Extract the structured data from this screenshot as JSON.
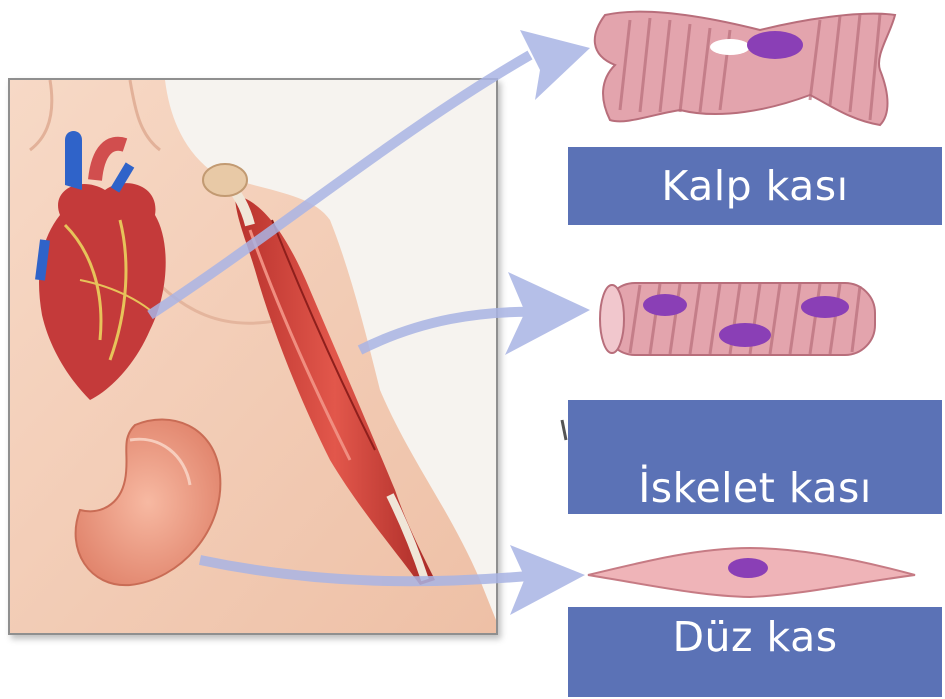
{
  "labels": {
    "cardiac": "Kalp kası",
    "skeletal": "İskelet kası",
    "smooth": "Düz kas"
  },
  "colors": {
    "label_bg": "#5b72b6",
    "arrow": "#a9b4e4",
    "muscle_fiber": "#e3a4ad",
    "nucleus": "#8a3fb6"
  },
  "icons": [
    "heart-icon",
    "stomach-icon",
    "arm-muscle-icon",
    "cardiac-fiber-icon",
    "skeletal-fiber-icon",
    "smooth-fiber-icon"
  ]
}
